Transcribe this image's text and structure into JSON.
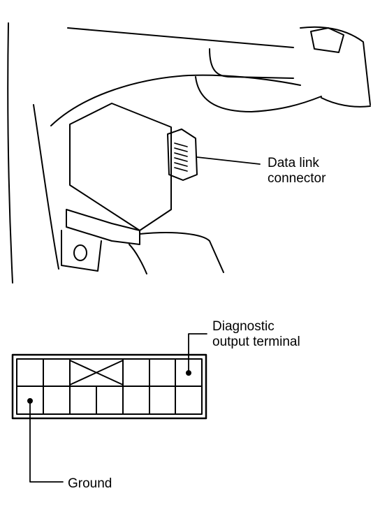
{
  "labels": {
    "data_link_connector": [
      "Data link",
      "connector"
    ],
    "diagnostic_output_terminal": [
      "Diagnostic",
      "output terminal"
    ],
    "ground": "Ground"
  },
  "connector_diagram": {
    "rows": 2,
    "columns": 7,
    "blocked_cells": "top row, cells 3–4 (crossed out)",
    "highlighted_terminals": [
      "diagnostic output terminal (top row, last cell)",
      "ground (bottom row, first cell)"
    ]
  }
}
